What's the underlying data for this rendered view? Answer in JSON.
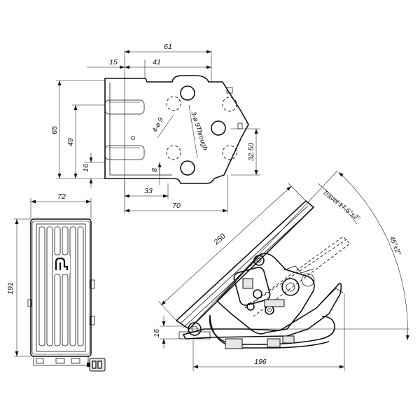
{
  "top_view": {
    "dims": {
      "width_61": "61",
      "offset_15": "15",
      "offset_41": "41",
      "height_65": "65",
      "height_49": "49",
      "height_16": "16",
      "gap_8": "8",
      "offset_33": "33",
      "width_70": "70",
      "height_32_50": "32.50"
    },
    "notes": {
      "holes_4": "4-ø 9",
      "holes_3": "3-ø 9Through"
    }
  },
  "side_view": {
    "dims": {
      "width_72": "72",
      "height_191": "191"
    }
  },
  "pedal_view": {
    "dims": {
      "length_250": "250",
      "height_16": "16",
      "base_196": "196"
    },
    "notes": {
      "travel": "Travel 17.5°±2°",
      "angle": "45°±2°"
    }
  }
}
